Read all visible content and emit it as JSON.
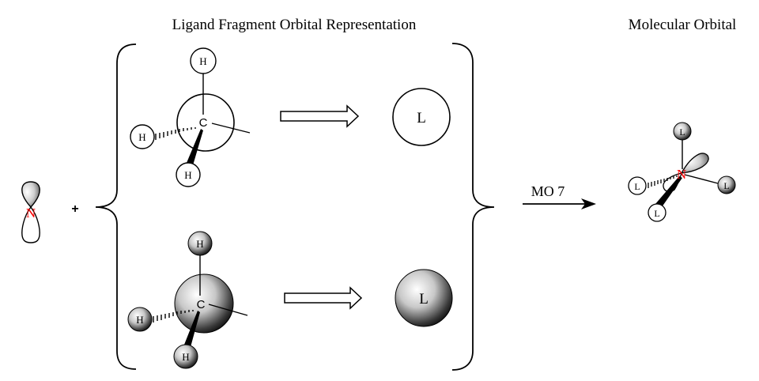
{
  "titles": {
    "ligand_fragment": "Ligand Fragment Orbital Representation",
    "molecular_orbital": "Molecular Orbital"
  },
  "plus_sign": "+",
  "central_atom": {
    "symbol": "N",
    "color": "#ff0000"
  },
  "fragments": {
    "top": {
      "phase": "unshaded",
      "carbon_label": "C",
      "hydrogen_labels": [
        "H",
        "H",
        "H"
      ],
      "ligand_label": "L"
    },
    "bottom": {
      "phase": "shaded",
      "carbon_label": "C",
      "hydrogen_labels": [
        "H",
        "H",
        "H"
      ],
      "ligand_label": "L"
    }
  },
  "reaction_arrow": {
    "label": "MO 7"
  },
  "molecular_orbital": {
    "central_label": "N",
    "ligands": [
      {
        "position": "top",
        "label": "L",
        "phase": "shaded"
      },
      {
        "position": "right",
        "label": "L",
        "phase": "shaded"
      },
      {
        "position": "left",
        "label": "L",
        "phase": "unshaded"
      },
      {
        "position": "front",
        "label": "L",
        "phase": "unshaded"
      }
    ]
  }
}
